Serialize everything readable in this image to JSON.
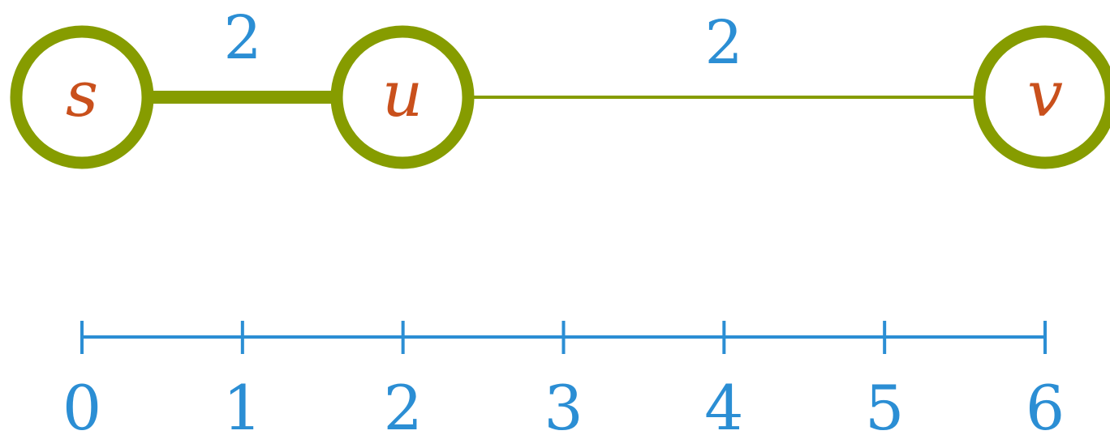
{
  "colors": {
    "edge_and_node": "#869c00",
    "node_label": "#c9501c",
    "number": "#2b8ed4",
    "node_fill": "#ffffff"
  },
  "graph": {
    "nodes": [
      {
        "id": "s",
        "label": "s",
        "position": 0
      },
      {
        "id": "u",
        "label": "u",
        "position": 2
      },
      {
        "id": "v",
        "label": "v",
        "position": 6
      }
    ],
    "edges": [
      {
        "from": "s",
        "to": "u",
        "weight": "2",
        "style": "thick"
      },
      {
        "from": "u",
        "to": "v",
        "weight": "2",
        "style": "thin"
      }
    ]
  },
  "number_line": {
    "min": 0,
    "max": 6,
    "ticks": [
      "0",
      "1",
      "2",
      "3",
      "4",
      "5",
      "6"
    ]
  }
}
